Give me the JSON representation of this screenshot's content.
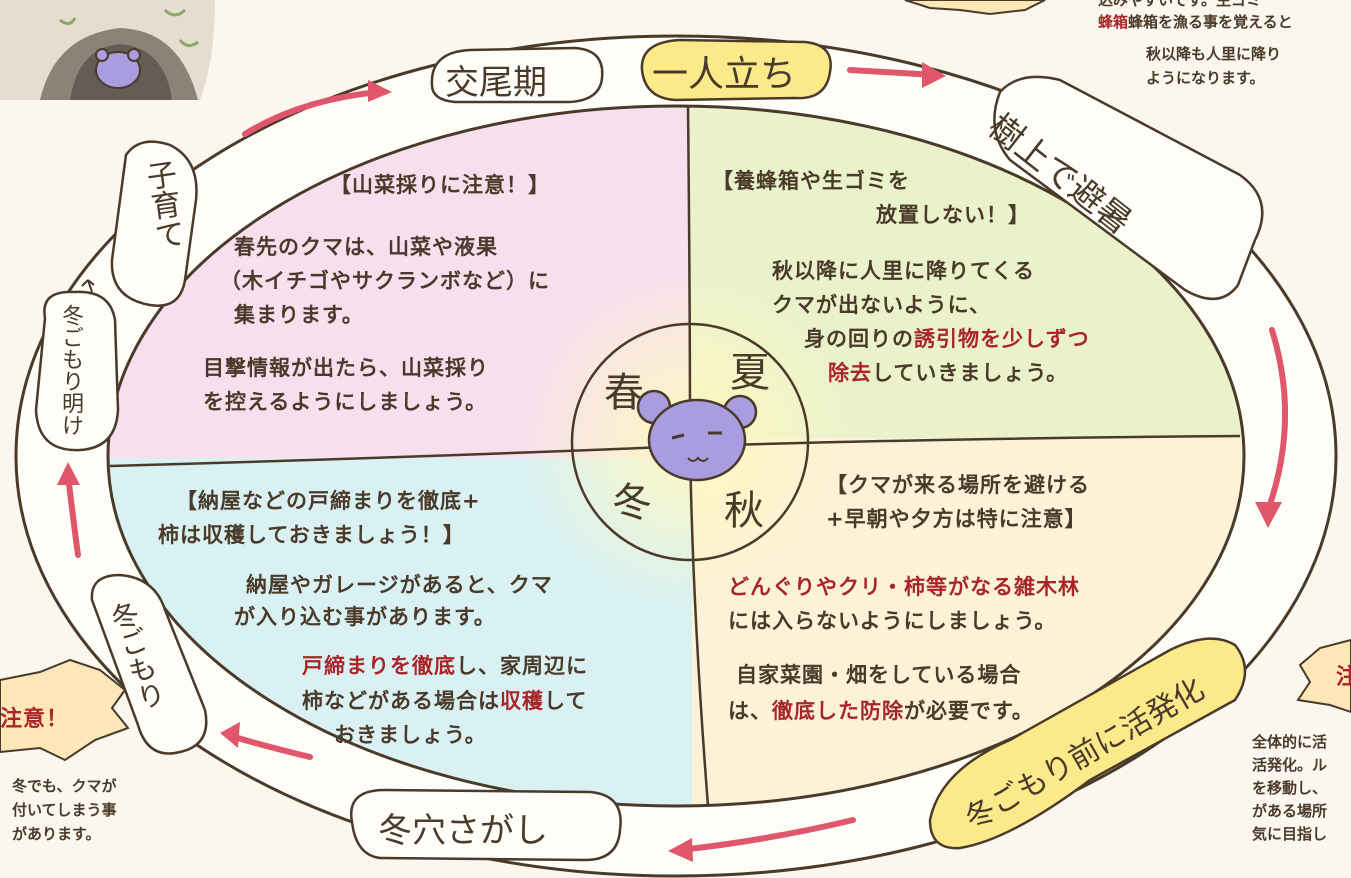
{
  "cycle": {
    "top": [
      "交尾期",
      "一人立ち",
      "樹上で避暑"
    ],
    "right_bottom": "冬ごもり前に活発化",
    "bottom": "冬穴さがし",
    "left": [
      "冬ごもり",
      "冬ごもり明け",
      "子育て"
    ]
  },
  "seasons": {
    "spring": "春",
    "summer": "夏",
    "autumn": "秋",
    "winter": "冬"
  },
  "spring": {
    "heading": "【山菜採りに注意！】",
    "body": [
      "春先のクマは、山菜や液果",
      "（木イチゴやサクランボなど）に",
      "集まります。"
    ],
    "note": [
      "目撃情報が出たら、山菜採り",
      "を控えるようにしましょう。"
    ]
  },
  "summer": {
    "heading": [
      "【養蜂箱や生ゴミを",
      "放置しない！】"
    ],
    "body": [
      "秋以降に人里に降りてくる",
      "クマが出ないように、"
    ],
    "line3_pre": "身の回りの",
    "line3_red": "誘引物を少しずつ",
    "line4_red": "除去",
    "line4_post": "していきましょう。"
  },
  "autumn": {
    "heading": [
      "【クマが来る場所を避ける",
      "+早朝や夕方は特に注意】"
    ],
    "body_red": "どんぐりやクリ・柿等がなる雑木林",
    "body": "には入らないようにしましょう。",
    "note1": "自家菜園・畑をしている場合",
    "note2_pre": "は、",
    "note2_red": "徹底した防除",
    "note2_post": "が必要です。"
  },
  "winter": {
    "heading": [
      "【納屋などの戸締まりを徹底+",
      "柿は収穫しておきましょう！】"
    ],
    "body": [
      "納屋やガレージがあると、クマ",
      "が入り込む事があります。"
    ],
    "note1_red": "戸締まりを徹底",
    "note1_post": "し、家周辺に",
    "note2_pre": "柿などがある場合は",
    "note2_red": "収穫",
    "note2_post": "して",
    "note3": "おきましょう。"
  },
  "corners": {
    "top_right": [
      "込みやすいです。生ゴミ",
      "蜂箱を漁る事を覚えると",
      "秋以降も人里に降り",
      "ようになります。"
    ],
    "top_right_red": "蜂箱",
    "right_label": "注",
    "right_text": [
      "全体的に活",
      "活発化。ル",
      "を移動し、",
      "がある場所",
      "気に目指し"
    ],
    "left_label": "注意！",
    "left_text": [
      "冬でも、クマが",
      "付いてしまう事",
      "があります。"
    ]
  },
  "colors": {
    "spring": "#f6e0ee",
    "summer": "#eaf2cc",
    "autumn": "#fbf2d8",
    "winter": "#d9f1f3",
    "arrow": "#e0566a",
    "highlight": "#fbe98a",
    "bear": "#a99de0",
    "outline": "#4a3a2a"
  }
}
